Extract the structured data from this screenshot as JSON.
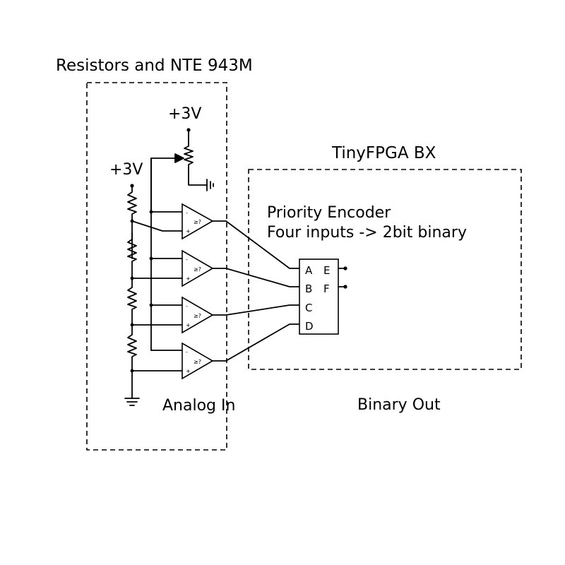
{
  "boxes": {
    "left_title": "Resistors and NTE 943M",
    "right_title": "TinyFPGA BX"
  },
  "supply": {
    "top_label": "+3V",
    "left_label": "+3V"
  },
  "encoder": {
    "line1": "Priority Encoder",
    "line2": "Four inputs -> 2bit binary",
    "inputs": [
      "A",
      "B",
      "C",
      "D"
    ],
    "outputs": [
      "E",
      "F"
    ]
  },
  "comparator": {
    "minus": "-",
    "plus": "+",
    "symbol": "≥?"
  },
  "labels": {
    "analog_in": "Analog In",
    "binary_out": "Binary Out"
  },
  "icons": {
    "resistor": "resistor-icon",
    "potentiometer": "potentiometer-icon",
    "ground": "ground-icon",
    "comparator": "comparator-icon"
  }
}
